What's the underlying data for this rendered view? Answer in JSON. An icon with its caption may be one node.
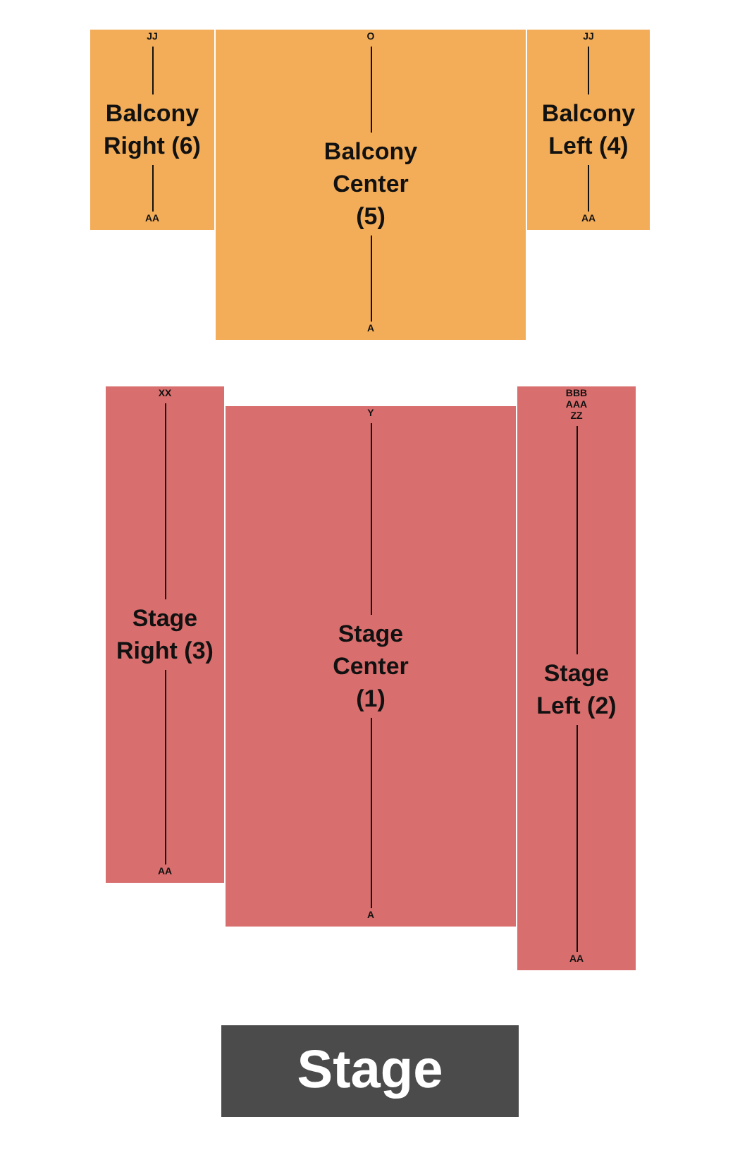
{
  "diagram": {
    "nodes": [
      {
        "text": [
          "JJ",
          "Balcony Right (6)",
          "AA"
        ]
      },
      {
        "text": [
          "O",
          "Balcony Center (5)",
          "A"
        ]
      },
      {
        "text": [
          "JJ",
          "Balcony Left (4)",
          "AA"
        ]
      },
      {
        "text": [
          "XX",
          "Stage Right (3)",
          "AA"
        ]
      },
      {
        "text": [
          "Y",
          "Stage Center (1)",
          "A"
        ]
      },
      {
        "text": [
          "BBB",
          "AAA",
          "ZZ",
          "Stage Left (2)",
          "AA"
        ]
      },
      {
        "text": [
          "Stage"
        ]
      }
    ]
  }
}
